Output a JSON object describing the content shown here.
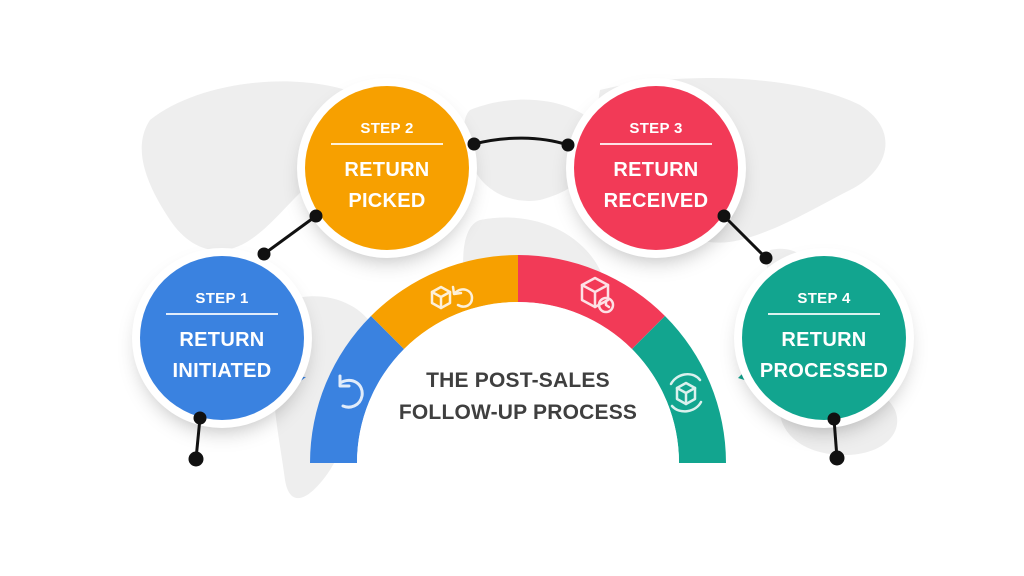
{
  "diagram": {
    "hub": {
      "line1": "THE POST-SALES",
      "line2": "FOLLOW-UP PROCESS"
    },
    "steps": [
      {
        "step": "STEP 1",
        "line1": "RETURN",
        "line2": "INITIATED",
        "color": "#3a82e0"
      },
      {
        "step": "STEP 2",
        "line1": "RETURN",
        "line2": "PICKED",
        "color": "#f7a000"
      },
      {
        "step": "STEP 3",
        "line1": "RETURN",
        "line2": "RECEIVED",
        "color": "#f23a57"
      },
      {
        "step": "STEP 4",
        "line1": "RETURN",
        "line2": "PROCESSED",
        "color": "#12a58f"
      }
    ],
    "segment_icons": [
      "return-arrow-icon",
      "box-return-icon",
      "package-time-icon",
      "box-cycle-icon"
    ]
  }
}
